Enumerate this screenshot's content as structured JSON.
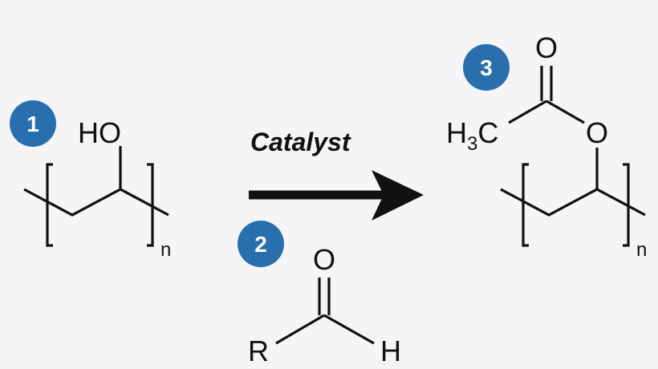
{
  "colors": {
    "badge": "#2a6fad",
    "ink": "#111111",
    "background": "#f5f5f7"
  },
  "reaction": {
    "catalyst_label": "Catalyst"
  },
  "badges": [
    "1",
    "2",
    "3"
  ],
  "reactant_1": {
    "hydroxyl": "HO",
    "repeat_subscript": "n"
  },
  "reactant_2": {
    "carbonyl_oxygen": "O",
    "r_group": "R",
    "aldehyde_hydrogen": "H"
  },
  "product": {
    "carbonyl_oxygen": "O",
    "ester_oxygen": "O",
    "methyl_h": "H",
    "methyl_subscript": "3",
    "methyl_c": "C",
    "repeat_subscript": "n"
  }
}
